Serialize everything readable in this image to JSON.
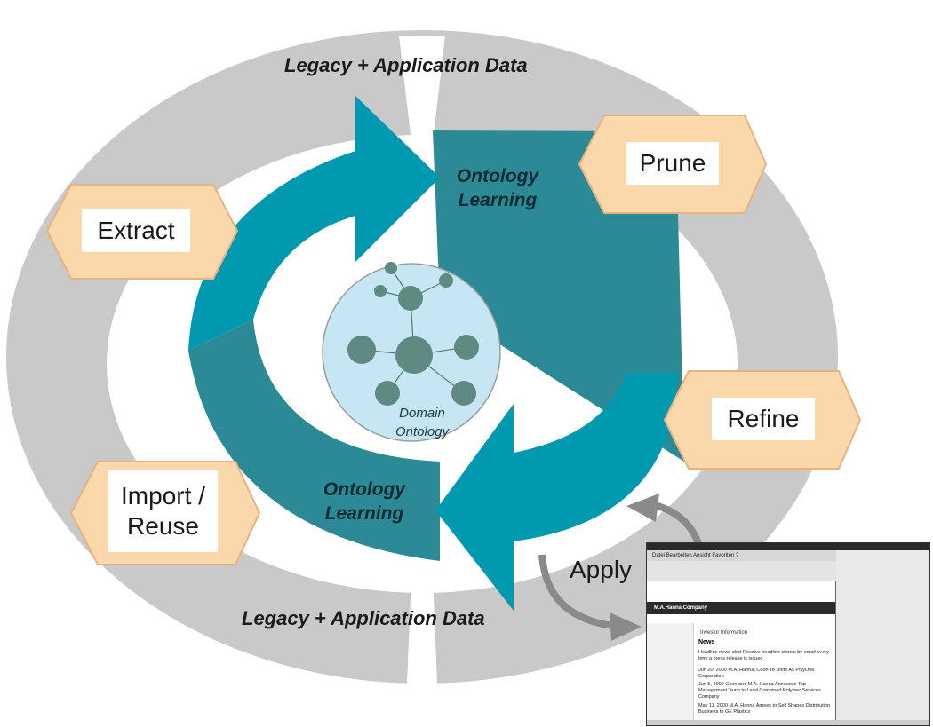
{
  "diagram": {
    "legacy_top": "Legacy + Application Data",
    "legacy_bottom": "Legacy + Application Data",
    "ontology_learning_top": [
      "Ontology",
      "Learning"
    ],
    "ontology_learning_bottom": [
      "Ontology",
      "Learning"
    ],
    "domain_ontology": [
      "Domain",
      "Ontology"
    ],
    "actions": {
      "extract": [
        "Extract"
      ],
      "prune": [
        "Prune"
      ],
      "refine": [
        "Refine"
      ],
      "import_reuse": [
        "Import /",
        "Reuse"
      ]
    },
    "apply": "Apply",
    "colors": {
      "ring_gray": "#c9c9c9",
      "arrow_teal": "#0099b0",
      "arrow_dark_teal": "#2c8a96",
      "hexagon_fill": "#fbd7ac",
      "hexagon_stroke": "#e8b27e",
      "globe_fill": "#c6e6f3",
      "node_fill": "#5f8a82"
    }
  },
  "screenshot": {
    "menu": "Datei  Bearbeiten  Ansicht  Favoriten  ?",
    "brand": "M.A.Hanna Company",
    "section": "Investor Information",
    "news_title": "News",
    "items": [
      "Headline news alert  Receive headline stories by email every time a press release is issued",
      "Jun 20, 2000  M.A. Hanna, Coon To Unite As PolyOne Corporation",
      "Jun 5, 2000  Coon and M.A. Hanna Announce Top Management Team to Lead Combined Polymer Services Company",
      "May 11, 2000  M.A. Hanna Agrees to Sell Shapes Distribution Business to GE Plastics"
    ]
  }
}
